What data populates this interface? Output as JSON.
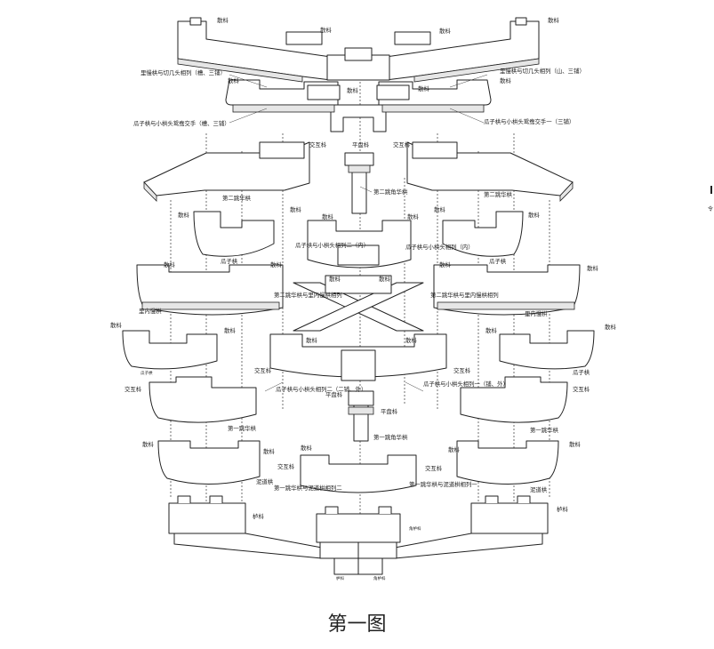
{
  "figure": {
    "caption": "第一图"
  },
  "labels": {
    "sanDou": "散枓",
    "manGongTop": "里慢栱与切几头相列（槽、三铺）",
    "manGongTopR": "里慢栱与切几头相列（山、三铺）",
    "guaZiCross": "瓜子栱与小栱头鸳鸯交手（槽、三铺）",
    "guaZiCrossR": "瓜子栱与小栱头鸳鸯交手一（三铺）",
    "jiaoHuDou": "交互枓",
    "pingPanDou": "平盘枓",
    "erTiaoJiaoHuaGong": "第二跳角华栱",
    "erTiaoHuaGong": "第二跳华栱",
    "guaZiXiaoTou": "瓜子栱与小栱头相列二（内）",
    "guaZiXiaoTouR": "瓜子栱与小栱头相列（内）",
    "guaZiGong": "瓜子栱",
    "erTiaoLiMan": "第二跳华栱与里内慢栱相列",
    "liNeiManGong": "里内慢栱",
    "guaZiWaiL": "瓜子栱与小栱头相列二（二铺、外）",
    "guaZiWaiR": "瓜子栱与小栱头相列一（铺、外）",
    "yiTiaoJiaoHuaGong": "第一跳角华栱",
    "yiTiaoHuaGong": "第一跳华栱",
    "niDaoGong": "泥道栱",
    "yiTiaoNiDaoL": "第一跳华栱与泥道栱相列二",
    "yiTiaoNiDaoR": "第一跳华栱与泥道栱相列一",
    "luDou": "栌枓",
    "jiaoLuDou": "角栌枓",
    "tinyL": "瓜子栱",
    "tinyBottomL": "栌枓",
    "tinyBottomR": "角栌枓",
    "edgeMark": "令"
  }
}
